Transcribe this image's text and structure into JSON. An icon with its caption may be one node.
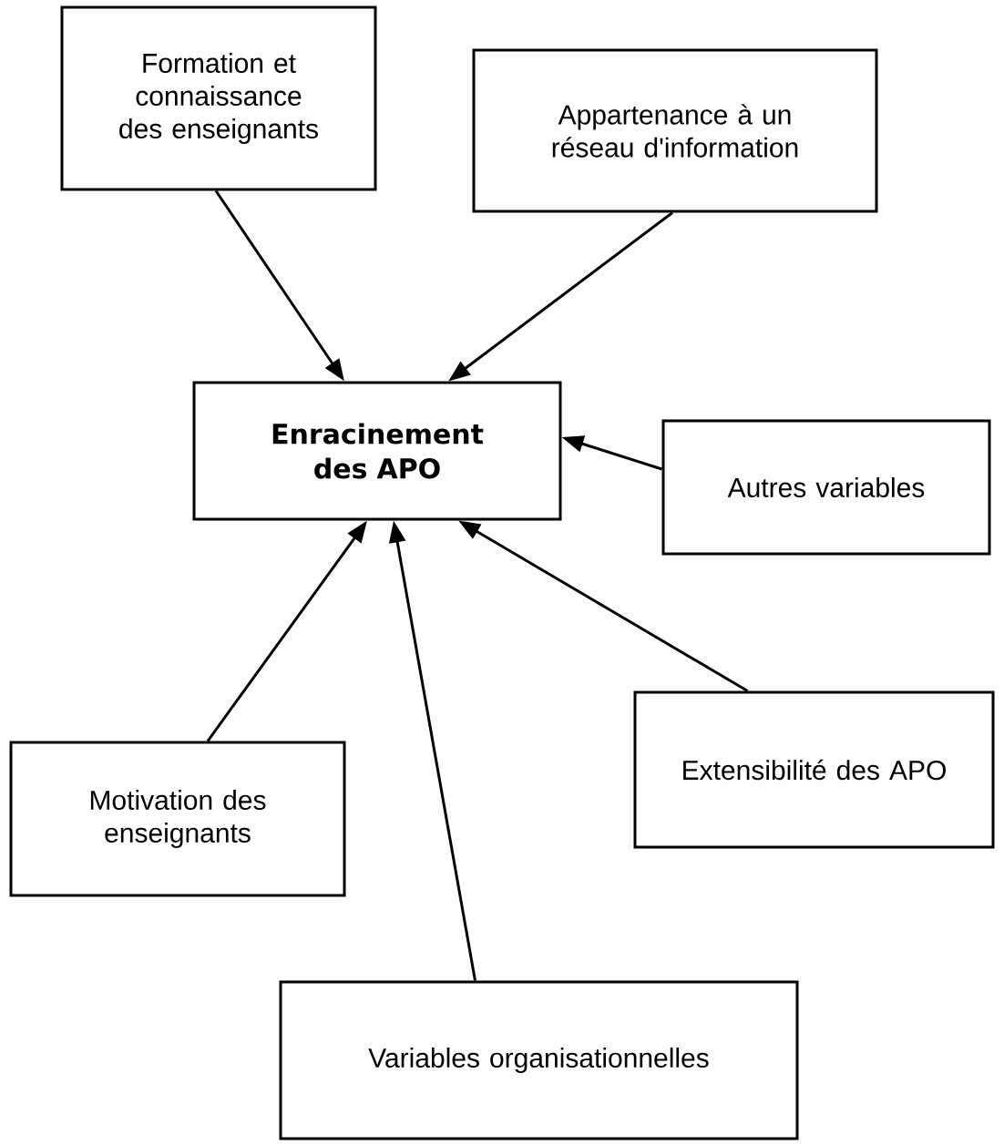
{
  "diagram": {
    "nodes": [
      {
        "text": [
          "Enracinement des APO"
        ]
      },
      {
        "text": [
          "Formation et connaissance des enseignants"
        ]
      },
      {
        "text": [
          "Appartenance à un réseau d'information"
        ]
      },
      {
        "text": [
          "Autres variables"
        ]
      },
      {
        "text": [
          "Extensibilité des APO"
        ]
      },
      {
        "text": [
          "Motivation des enseignants"
        ]
      },
      {
        "text": [
          "Variables organisationnelles"
        ]
      }
    ],
    "edges": [
      {
        "from": 1,
        "to": 0,
        "arrow": "to"
      },
      {
        "from": 2,
        "to": 0,
        "arrow": "to"
      },
      {
        "from": 3,
        "to": 0,
        "arrow": "to"
      },
      {
        "from": 4,
        "to": 0,
        "arrow": "to"
      },
      {
        "from": 5,
        "to": 0,
        "arrow": "to"
      },
      {
        "from": 6,
        "to": 0,
        "arrow": "to"
      }
    ]
  }
}
